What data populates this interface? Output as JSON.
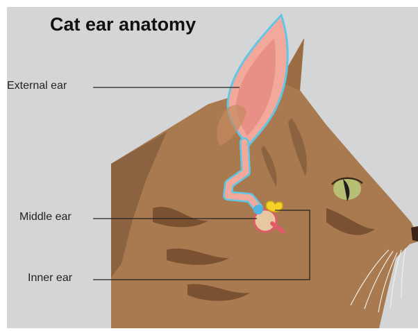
{
  "title": "Cat ear anatomy",
  "labels": {
    "external_ear": "External ear",
    "middle_ear": "Middle ear",
    "inner_ear": "Inner ear"
  },
  "colors": {
    "background": "#d4d5d7",
    "fur": "#a97a4f",
    "fur_dark": "#7a5232",
    "ear_pink": "#f2a99b",
    "ear_outline": "#5fc6e6",
    "middle_ear_blue": "#4fb4e0",
    "inner_ear_yellow": "#f5d229",
    "eye_green": "#b6bf74",
    "leader_line": "#222222"
  }
}
